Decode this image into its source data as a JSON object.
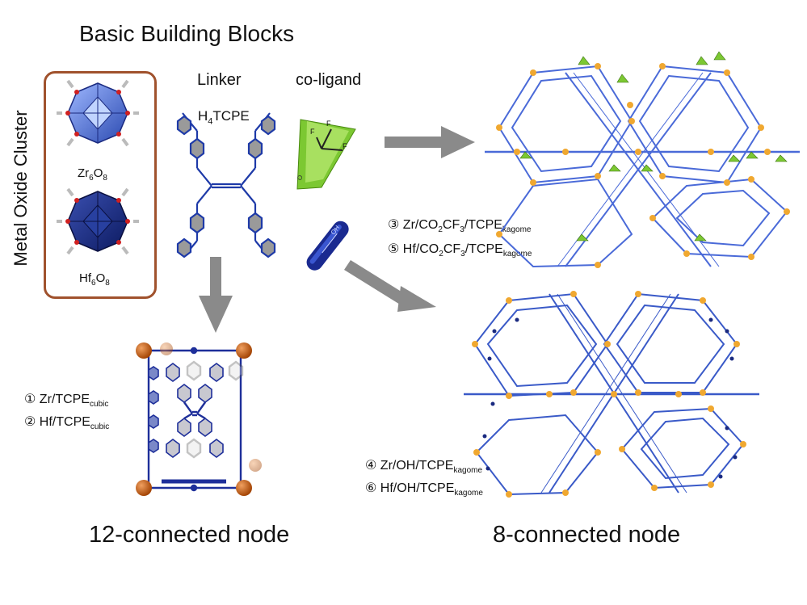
{
  "title": "Basic Building Blocks",
  "cluster_box": {
    "label": "Metal Oxide Cluster",
    "zr": {
      "prefix": "Zr",
      "n1": "6",
      "mid": "O",
      "n2": "8"
    },
    "hf": {
      "prefix": "Hf",
      "n1": "6",
      "mid": "O",
      "n2": "8"
    }
  },
  "linker": {
    "header": "Linker",
    "name_a": "H",
    "name_n": "4",
    "name_b": "TCPE"
  },
  "coligand": {
    "header": "co-ligand",
    "f_label": "F",
    "oh_label": "OH",
    "o_label": "O"
  },
  "cubic": {
    "entries": [
      {
        "num": "①",
        "main": "Zr/TCPE",
        "sub": "cubic"
      },
      {
        "num": "②",
        "main": "Hf/TCPE",
        "sub": "cubic"
      }
    ],
    "caption": "12-connected node"
  },
  "kagome_cf3": {
    "entries": [
      {
        "num": "③",
        "a": "Zr/CO",
        "s1": "2",
        "b": "CF",
        "s2": "3",
        "c": "/TCPE",
        "sub": "kagome"
      },
      {
        "num": "⑤",
        "a": "Hf/CO",
        "s1": "2",
        "b": "CF",
        "s2": "3",
        "c": "/TCPE",
        "sub": "kagome"
      }
    ]
  },
  "kagome_oh": {
    "entries": [
      {
        "num": "④",
        "main": "Zr/OH/TCPE",
        "sub": "kagome"
      },
      {
        "num": "⑥",
        "main": "Hf/OH/TCPE",
        "sub": "kagome"
      }
    ],
    "caption": "8-connected node"
  },
  "colors": {
    "frame": "#a0522d",
    "framework_blue": "#3b5bcc",
    "node_orange": "#f0a030",
    "arrow_gray": "#8a8a8a",
    "ligand_green": "#7cc832"
  }
}
